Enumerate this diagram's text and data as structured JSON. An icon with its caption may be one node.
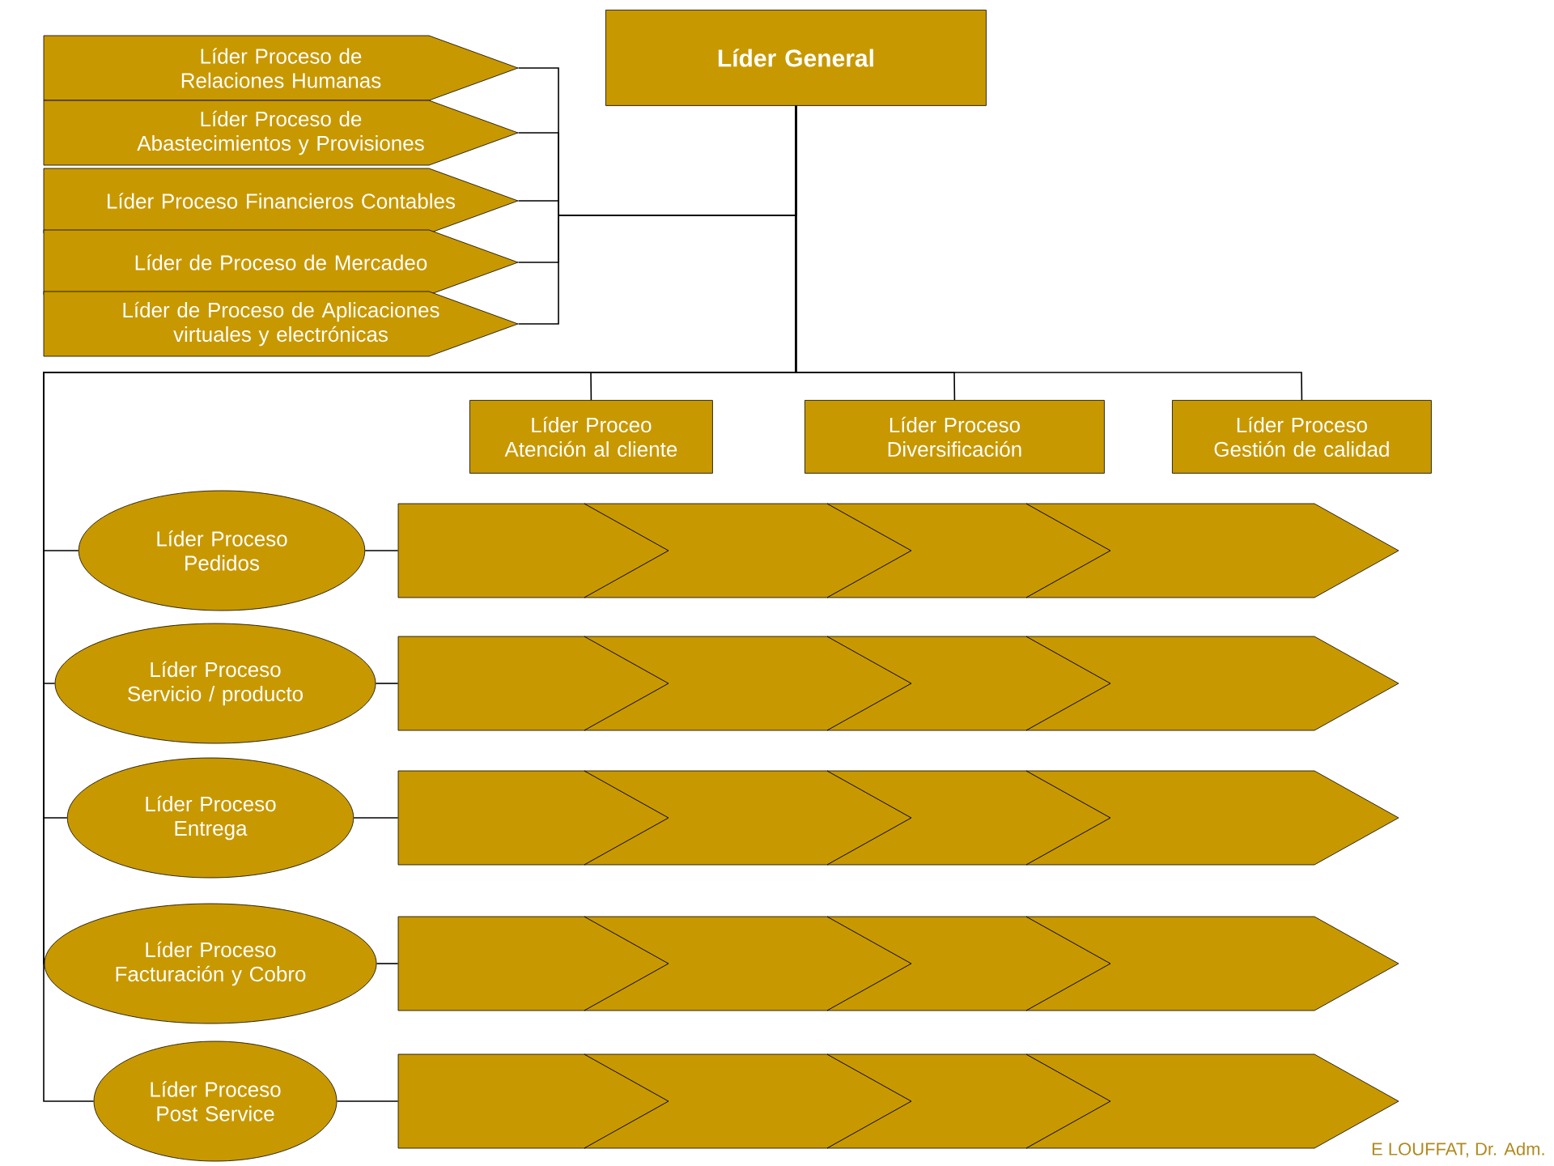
{
  "diagram": {
    "nodes": [
      {
        "text": [
          "Líder General"
        ]
      },
      {
        "text": [
          "Líder Proceso de Relaciones Humanas"
        ]
      },
      {
        "text": [
          "Líder Proceso de Abastecimientos y Provisiones"
        ]
      },
      {
        "text": [
          "Líder Proceso Financieros Contables"
        ]
      },
      {
        "text": [
          "Líder de Proceso de Mercadeo"
        ]
      },
      {
        "text": [
          "Líder de Proceso de Aplicaciones virtuales y electrónicas"
        ]
      },
      {
        "text": [
          "Líder Proceo Atención al cliente"
        ]
      },
      {
        "text": [
          "Líder Proceso Diversificación"
        ]
      },
      {
        "text": [
          "Líder Proceso Gestión de calidad"
        ]
      },
      {
        "text": [
          "Líder Proceso Pedidos"
        ]
      },
      {
        "text": [
          "Líder Proceso Servicio / producto"
        ]
      },
      {
        "text": [
          "Líder Proceso Entrega"
        ]
      },
      {
        "text": [
          "Líder Proceso Facturación y Cobro"
        ]
      },
      {
        "text": [
          "Líder Proceso Post Service"
        ]
      },
      {
        "text": [],
        "shape": "chevron"
      },
      {
        "text": [],
        "shape": "chevron"
      },
      {
        "text": [],
        "shape": "chevron"
      },
      {
        "text": [],
        "shape": "chevron"
      },
      {
        "text": [],
        "shape": "chevron"
      },
      {
        "text": [],
        "shape": "chevron"
      },
      {
        "text": [],
        "shape": "chevron"
      },
      {
        "text": [],
        "shape": "chevron"
      },
      {
        "text": [],
        "shape": "chevron"
      },
      {
        "text": [],
        "shape": "chevron"
      },
      {
        "text": [],
        "shape": "chevron"
      },
      {
        "text": [],
        "shape": "chevron"
      },
      {
        "text": [],
        "shape": "chevron"
      },
      {
        "text": [],
        "shape": "chevron"
      },
      {
        "text": [],
        "shape": "chevron"
      },
      {
        "text": [],
        "shape": "chevron"
      },
      {
        "text": [],
        "shape": "chevron"
      },
      {
        "text": [],
        "shape": "chevron"
      },
      {
        "text": [],
        "shape": "chevron"
      },
      {
        "text": [],
        "shape": "chevron"
      }
    ],
    "edges": [
      {
        "from": 0,
        "to": 1,
        "arrow": "none"
      },
      {
        "from": 0,
        "to": 2,
        "arrow": "none"
      },
      {
        "from": 0,
        "to": 3,
        "arrow": "none"
      },
      {
        "from": 0,
        "to": 4,
        "arrow": "none"
      },
      {
        "from": 0,
        "to": 5,
        "arrow": "none"
      },
      {
        "from": 0,
        "to": 6,
        "arrow": "none"
      },
      {
        "from": 0,
        "to": 7,
        "arrow": "none"
      },
      {
        "from": 0,
        "to": 8,
        "arrow": "none"
      },
      {
        "from": 0,
        "to": 9,
        "arrow": "none"
      },
      {
        "from": 0,
        "to": 10,
        "arrow": "none"
      },
      {
        "from": 0,
        "to": 11,
        "arrow": "none"
      },
      {
        "from": 0,
        "to": 12,
        "arrow": "none"
      },
      {
        "from": 0,
        "to": 13,
        "arrow": "none"
      },
      {
        "from": 9,
        "to": 14,
        "arrow": "none"
      },
      {
        "from": 10,
        "to": 18,
        "arrow": "none"
      },
      {
        "from": 11,
        "to": 22,
        "arrow": "none"
      },
      {
        "from": 12,
        "to": 26,
        "arrow": "none"
      },
      {
        "from": 13,
        "to": 30,
        "arrow": "none"
      }
    ],
    "labels": [
      "E LOUFFAT, Dr. Adm."
    ]
  }
}
